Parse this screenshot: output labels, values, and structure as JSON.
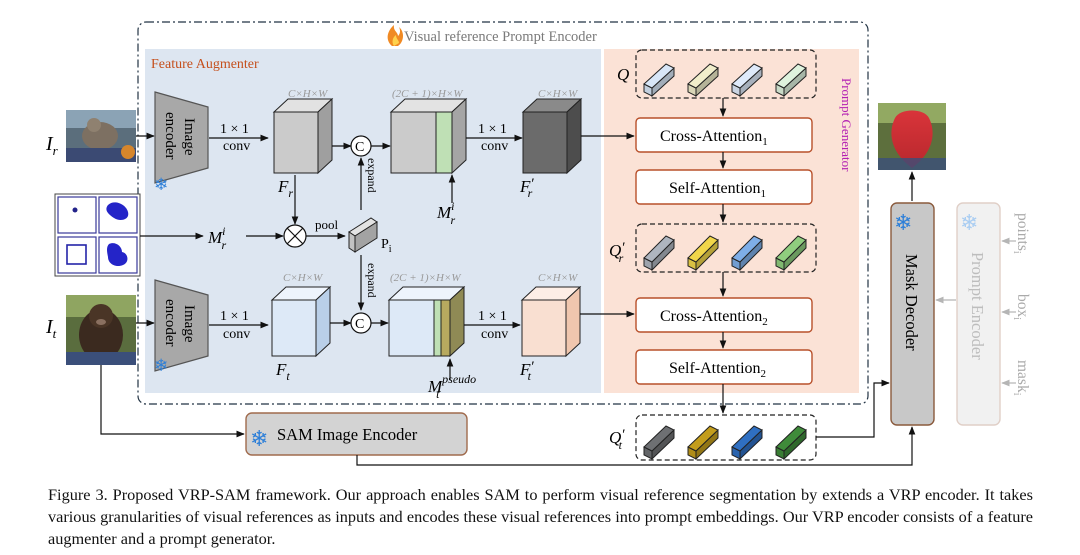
{
  "labels": {
    "vrp_title": "Visual reference Prompt Encoder",
    "feature_augmenter": "Feature Augmenter",
    "prompt_generator": "Prompt Generator",
    "image_encoder_line1": "Image",
    "image_encoder_line2": "encoder",
    "conv_1x1": "1 × 1",
    "conv": "conv",
    "dim_chw": "C×H×W",
    "dim_2c1hw": "(2C + 1)×H×W",
    "concat": "C",
    "expand": "expand",
    "pool": "pool",
    "p_i": "P",
    "p_i_sub": "i",
    "i_r": "I",
    "i_r_sub": "r",
    "i_t": "I",
    "i_t_sub": "t",
    "f_r": "F",
    "f_r_sub": "r",
    "f_t": "F",
    "f_t_sub": "t",
    "f_r_prime": "F",
    "f_r_prime_sub": "r",
    "f_t_prime": "F",
    "f_t_prime_sub": "t",
    "prime": "′",
    "m_r_i": "M",
    "m_r_i_sup": "i",
    "m_r_i_sub": "r",
    "m_t_pseudo": "M",
    "m_t_pseudo_sup": "pseudo",
    "m_t_pseudo_sub": "t",
    "q": "Q",
    "q_r": "Q",
    "q_r_sub": "r",
    "q_t": "Q",
    "q_t_sub": "t",
    "cross_attention": "Cross-Attention",
    "self_attention": "Self-Attention",
    "sub_1": "1",
    "sub_2": "2",
    "sam_image_encoder": "SAM Image Encoder",
    "mask_decoder": "Mask Decoder",
    "prompt_encoder": "Prompt Encoder",
    "points": "points",
    "box": "box",
    "mask": "mask",
    "prompt_sub": "i"
  },
  "caption": "Figure 3. Proposed VRP-SAM framework. Our approach enables SAM to perform visual reference segmentation by extends a VRP encoder. It takes various granularities of visual references as inputs and encodes these visual references into prompt embeddings. Our VRP encoder consists of a feature augmenter and a prompt generator.",
  "colors": {
    "augmenter_bg": "#dde6f1",
    "generator_bg": "#fbe2d6",
    "augmenter_title": "#c5501d",
    "generator_title": "#b320b3",
    "attention_border": "#b8502a",
    "fr_cube": "#cbcbcb",
    "ft_cube": "#dde9f7",
    "fr_prime_cube": "#6b6b6b",
    "ft_prime_cube": "#f9dfd1",
    "mask_strip_green": "#bfe0b5",
    "mask_strip_olive": "#b7a95f",
    "snowflake": "#2d7fd8",
    "query_colors": [
      "#d8e6f7",
      "#f1eecb",
      "#dfeafa",
      "#dff3de"
    ],
    "query_r_colors": [
      "#aeb5bf",
      "#f1d64a",
      "#7eaee8",
      "#8fcd7e"
    ],
    "query_t_colors": [
      "#6e7073",
      "#c39d1c",
      "#2f6fc2",
      "#3f8b3a"
    ]
  },
  "icons": [
    "snowflake-icon",
    "fire-icon",
    "concat-circle-icon",
    "multiply-circle-icon",
    "reference-image-icon",
    "target-image-icon",
    "output-mask-image-icon",
    "point-prompt-icon",
    "scribble-prompt-icon",
    "box-prompt-icon",
    "mask-prompt-icon"
  ]
}
